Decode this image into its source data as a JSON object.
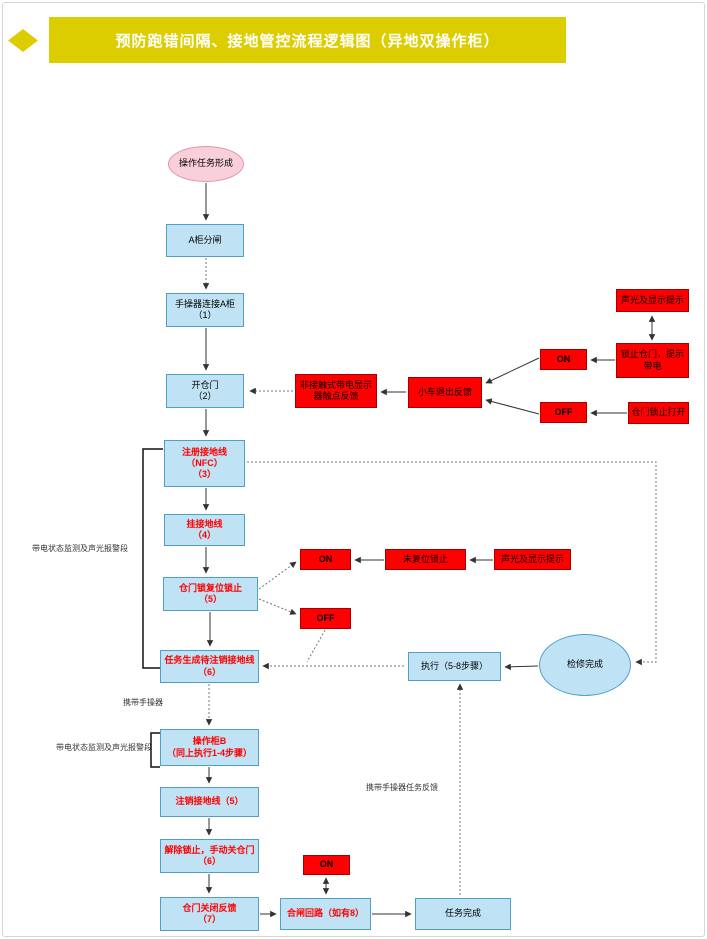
{
  "header": {
    "title": "预防跑错间隔、接地管控流程逻辑图（异地双操作柜）"
  },
  "colors": {
    "title_bar": "#dccd00",
    "blue_node_fill": "#bfe3f5",
    "blue_node_border": "#4f9fc8",
    "red_node_fill": "#ff0000",
    "pink_node_fill": "#f9d0da",
    "red_text": "#ff0000"
  },
  "nodes": {
    "start": "操作任务形成",
    "a_cabinet_open": "A柜分闸",
    "connect_a": "手操器连接A柜\n（1）",
    "open_door": "开仓门\n（2）",
    "contactless_feedback": "非接触式带电显示器触点反馈",
    "cart_exit_feedback": "小车退出反馈",
    "on_1": "ON",
    "off_1": "OFF",
    "sound_display_top": "声光及显示提示",
    "lock_door_live": "锁止仓门，提示\n带电",
    "door_lock_open": "仓门锁止打开",
    "register_ground": "注册接地线\n（NFC）\n（3）",
    "hang_ground": "挂接地线\n（4）",
    "door_lock_reset": "仓门锁复位锁止\n（5）",
    "on_2": "ON",
    "off_2": "OFF",
    "not_reset_lock": "未复位锁止",
    "sound_display_mid": "声光及显示提示",
    "task_pending_cancel": "任务生成待注销接地线\n（6）",
    "execute_steps": "执行（5-8步骤）",
    "inspection_done": "检修完成",
    "cabinet_b": "操作柜B\n（同上执行1-4步骤）",
    "cancel_ground": "注销接地线（5）",
    "unlock_close_door": "解除锁止，手动关仓门\n（6）",
    "door_close_feedback": "仓门关闭反馈\n（7）",
    "closing_circuit": "合闸回路（如有8）",
    "on_3": "ON",
    "task_done": "任务完成"
  },
  "labels": {
    "bracket_main": "带电状态监测及声光报警段",
    "bracket_b": "带电状态监测及声光报警段",
    "carry_controller": "携带手操器",
    "carry_feedback": "携带手操器任务反馈"
  }
}
